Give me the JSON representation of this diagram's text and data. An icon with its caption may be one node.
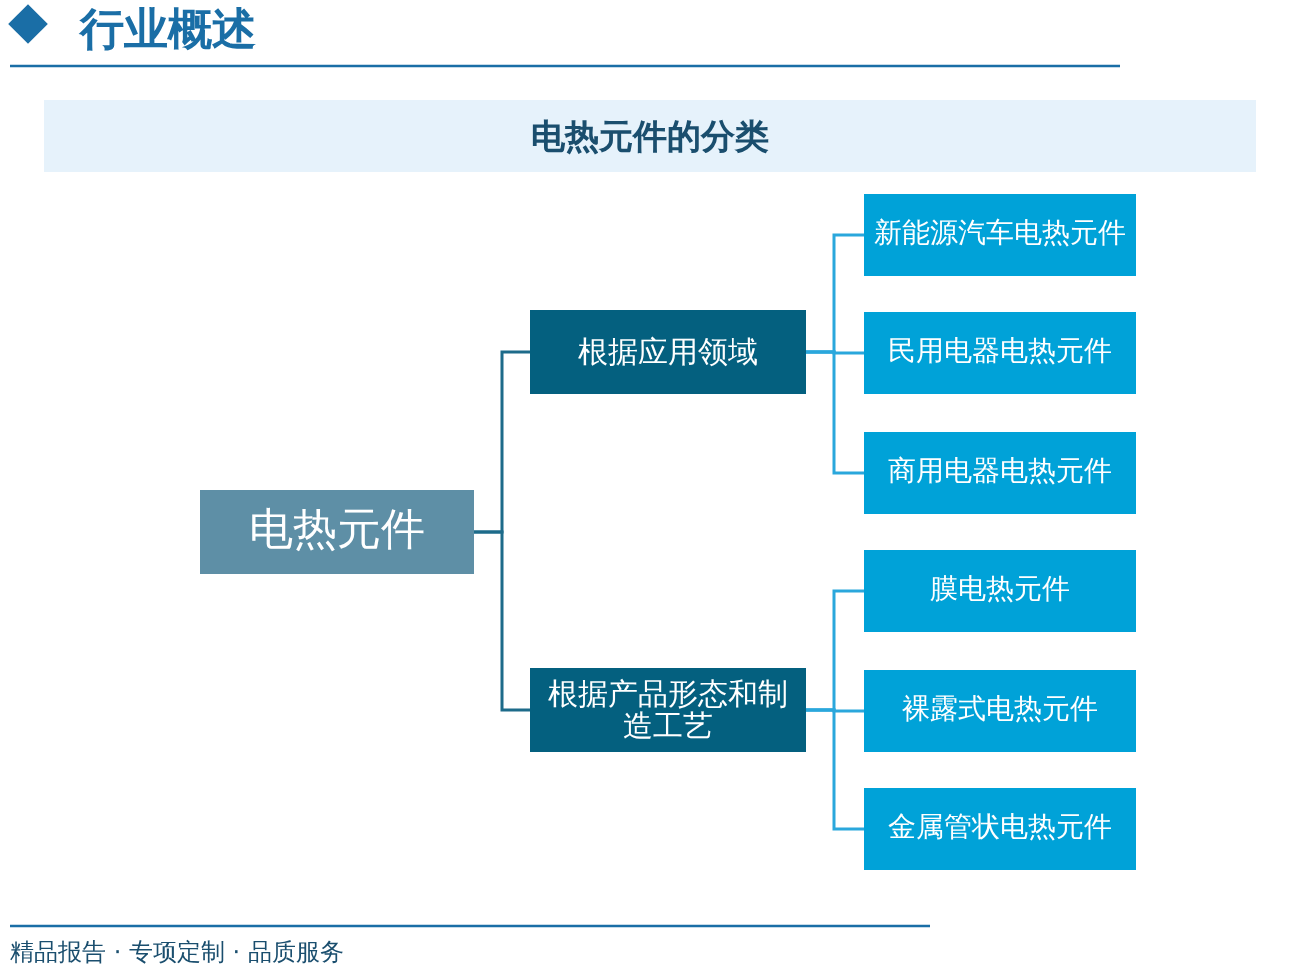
{
  "diagram": {
    "title": "电热元件的分类",
    "nodes": [
      {
        "text": [
          "电热元件"
        ]
      },
      {
        "text": [
          "根据应用领域"
        ]
      },
      {
        "text": [
          "根据产品形态和制造工艺"
        ]
      },
      {
        "text": [
          "新能源汽车电热元件"
        ]
      },
      {
        "text": [
          "民用电器电热元件"
        ]
      },
      {
        "text": [
          "商用电器电热元件"
        ]
      },
      {
        "text": [
          "膜电热元件"
        ]
      },
      {
        "text": [
          "裸露式电热元件"
        ]
      },
      {
        "text": [
          "金属管状电热元件"
        ]
      }
    ],
    "edges": [
      {
        "from": 0,
        "to": 1,
        "arrow": "none"
      },
      {
        "from": 0,
        "to": 2,
        "arrow": "none"
      },
      {
        "from": 1,
        "to": 3,
        "arrow": "none",
        "color": "#2aa7dc"
      },
      {
        "from": 1,
        "to": 4,
        "arrow": "none",
        "color": "#2aa7dc"
      },
      {
        "from": 1,
        "to": 5,
        "arrow": "none",
        "color": "#2aa7dc"
      },
      {
        "from": 2,
        "to": 6,
        "arrow": "none",
        "color": "#2aa7dc"
      },
      {
        "from": 2,
        "to": 7,
        "arrow": "none",
        "color": "#2aa7dc"
      },
      {
        "from": 2,
        "to": 8,
        "arrow": "none",
        "color": "#2aa7dc"
      }
    ],
    "labels": [
      "行业概述",
      "精品报告 · 专项定制 · 品质服务"
    ]
  }
}
